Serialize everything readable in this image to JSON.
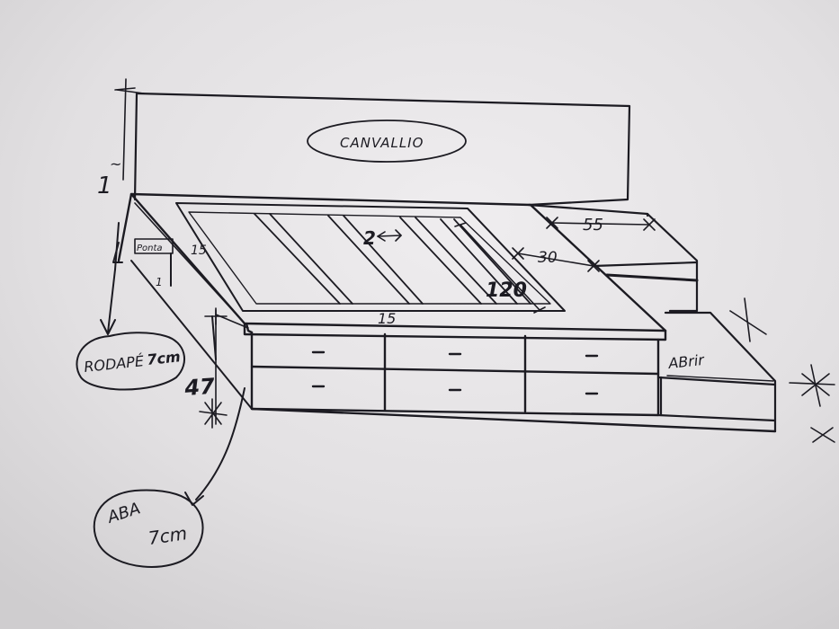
{
  "labels": {
    "headboard": "CANVALLIO",
    "top_height": "1",
    "top_height_mark": "~",
    "ponta": "Ponta",
    "inner_1": "1",
    "frame_left": "15",
    "frame_center": "2",
    "frame_width": "120",
    "frame_bottom": "15",
    "side_width": "55",
    "side_depth": "30",
    "abrir": "ABrir",
    "height": "47",
    "rodape": "RODAPÉ",
    "rodape_size": "7cm",
    "aba": "ABA",
    "aba_size": "7cm"
  },
  "colors": {
    "paper": "#e4e2e4",
    "ink": "#1c1b22"
  }
}
